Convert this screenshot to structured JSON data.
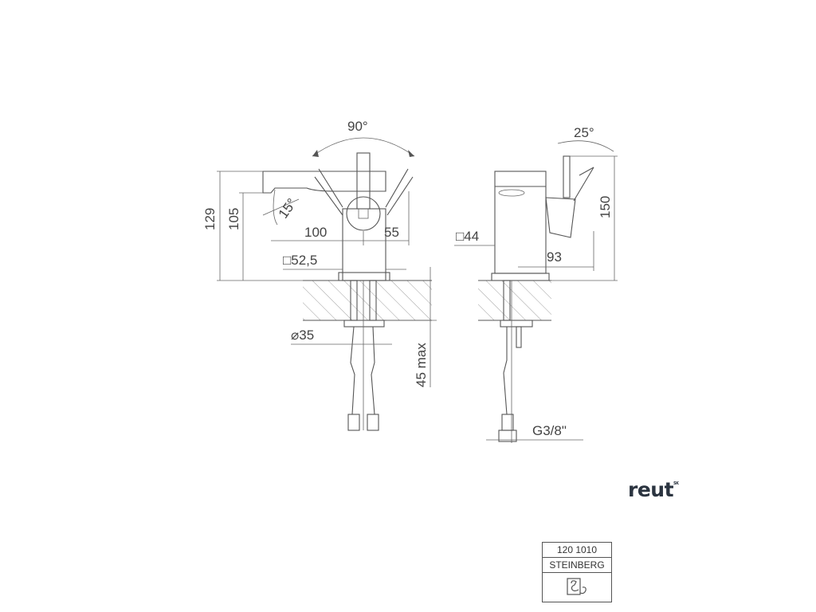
{
  "dimensions": {
    "angle_lever": "90°",
    "angle_spout": "15°",
    "height_total": "129",
    "height_spout": "105",
    "reach": "100",
    "handle_offset": "55",
    "base_square": "□52,5",
    "shank_dia": "⌀35",
    "max_thickness": "45 max",
    "side_angle": "25°",
    "side_square": "□44",
    "side_depth": "93",
    "side_height": "150",
    "thread": "G3/8\""
  },
  "brand": {
    "name": "reut",
    "suffix": "SK"
  },
  "label": {
    "code": "120 1010",
    "maker": "STEINBERG",
    "symbol": "water-tap-symbol-icon"
  }
}
